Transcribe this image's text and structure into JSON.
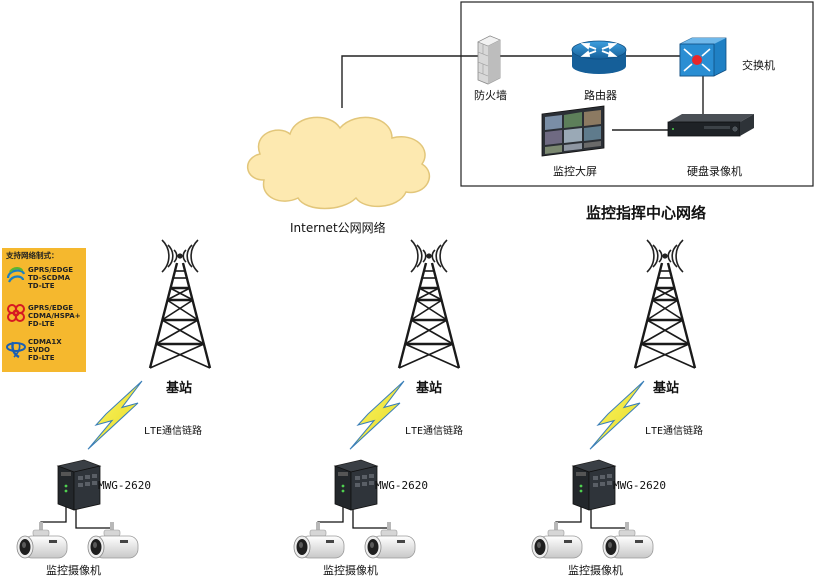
{
  "internet_label": "Internet公网网络",
  "command_center": {
    "title": "监控指挥中心网络",
    "firewall": "防火墙",
    "router": "路由器",
    "switch": "交换机",
    "video_wall": "监控大屏",
    "nvr": "硬盘录像机"
  },
  "sites": [
    {
      "tower_label": "基站",
      "link_label": "LTE通信链路",
      "gateway_label": "MWG-2620",
      "camera_label": "监控摄像机"
    },
    {
      "tower_label": "基站",
      "link_label": "LTE通信链路",
      "gateway_label": "MWG-2620",
      "camera_label": "监控摄像机"
    },
    {
      "tower_label": "基站",
      "link_label": "LTE通信链路",
      "gateway_label": "MWG-2620",
      "camera_label": "监控摄像机"
    }
  ],
  "support_panel": {
    "title": "支持网络制式：",
    "carriers": [
      {
        "icon": "china-mobile-logo",
        "lines": [
          "GPRS/EDGE",
          "TD-SCDMA",
          "TD-LTE"
        ]
      },
      {
        "icon": "china-unicom-logo",
        "lines": [
          "GPRS/EDGE",
          "CDMA/HSPA+",
          "FD-LTE"
        ]
      },
      {
        "icon": "china-telecom-logo",
        "lines": [
          "CDMA1X",
          "EVDO",
          "FD-LTE"
        ]
      }
    ]
  },
  "colors": {
    "panel": "#f5b82e",
    "cloud": "#fde9b0",
    "cloud_stroke": "#e2c67a",
    "lightning": "#f4ef3a",
    "lightning_stroke": "#3a7fb8",
    "router": "#1f80c4"
  }
}
